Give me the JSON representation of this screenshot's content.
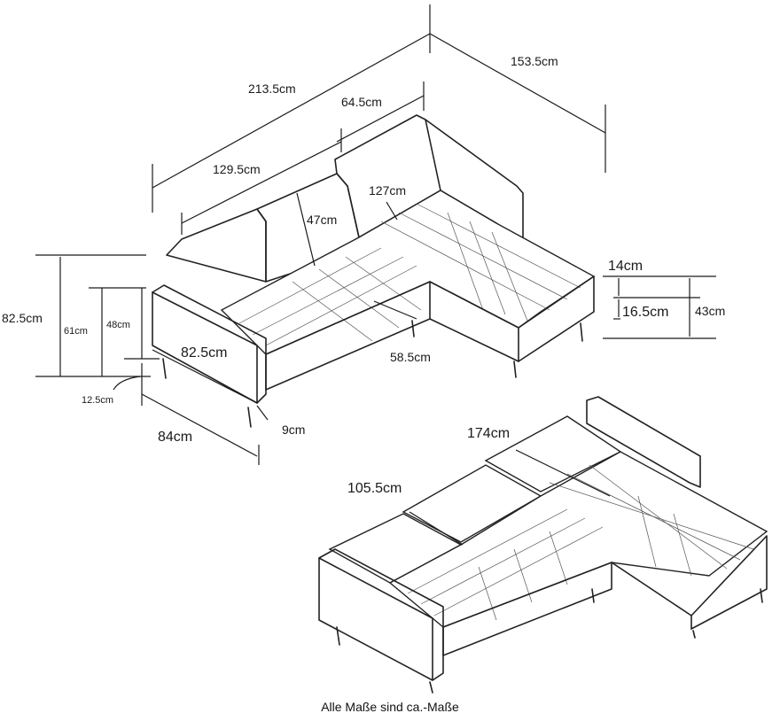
{
  "dimensions": {
    "total_width": "213.5cm",
    "chaise_depth": "153.5cm",
    "chaise_width": "64.5cm",
    "sofa_width": "129.5cm",
    "chaise_length": "127cm",
    "backrest_height": "47cm",
    "total_height": "82.5cm",
    "armrest_height": "61cm",
    "seat_height": "48cm",
    "leg_height": "12.5cm",
    "depth": "82.5cm",
    "seat_depth": "58.5cm",
    "outer_depth": "84cm",
    "armrest_width": "9cm",
    "chaise_cushion": "14cm",
    "chaise_base": "16.5cm",
    "chaise_height": "43cm",
    "bed_length": "174cm",
    "bed_width": "105.5cm"
  },
  "footer_note": "Alle Maße sind ca.-Maße"
}
